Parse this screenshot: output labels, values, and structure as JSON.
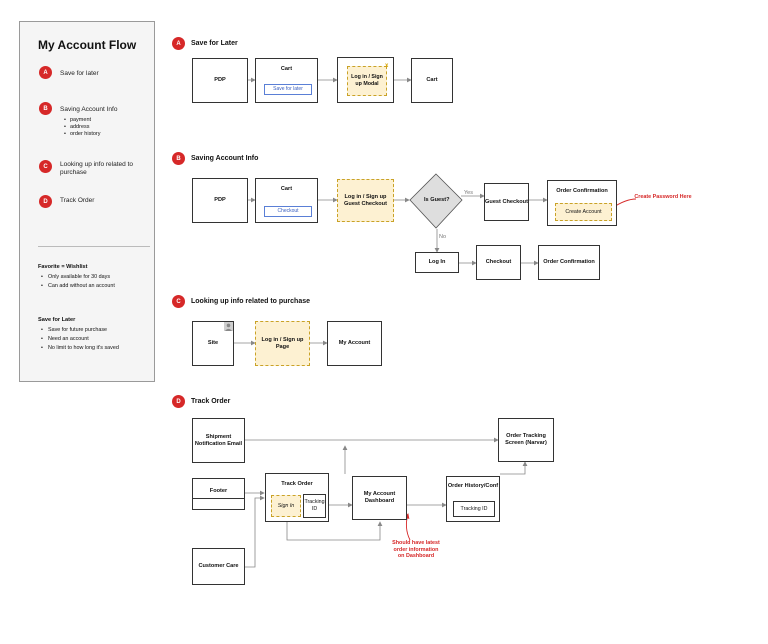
{
  "panel": {
    "title": "My Account Flow",
    "items": [
      {
        "badge": "A",
        "label": "Save for later"
      },
      {
        "badge": "B",
        "label": "Saving Account Info",
        "sub": [
          "payment",
          "address",
          "order history"
        ]
      },
      {
        "badge": "C",
        "label": "Looking up info related to purchase"
      },
      {
        "badge": "D",
        "label": "Track Order"
      }
    ],
    "favorite_heading": "Favorite = Wishlist",
    "favorite_notes": [
      "Only available for 30 days",
      "Can add without an account"
    ],
    "save_heading": "Save for Later",
    "save_notes": [
      "Save for future purchase",
      "Need an account",
      "No limit to how long it's saved"
    ]
  },
  "section_a": {
    "badge": "A",
    "title": "Save for Later",
    "pdp": "PDP",
    "cart": "Cart",
    "cart_button": "Save for later",
    "modal": "Log in / Sign up Modal",
    "close": "x",
    "cart2": "Cart"
  },
  "section_b": {
    "badge": "B",
    "title": "Saving Account Info",
    "pdp": "PDP",
    "cart": "Cart",
    "checkout_button": "Checkout",
    "guest_checkout": "Log in / Sign up Guest Checkout",
    "decision": "Is Guest?",
    "yes": "Yes",
    "no": "No",
    "guest_checkout_box": "Guest Checkout",
    "order_confirmation": "Order Confirmation",
    "create_account": "Create Account",
    "annotation": "Create Password Here",
    "login": "Log In",
    "checkout": "Checkout",
    "order_confirmation2": "Order Confirmation"
  },
  "section_c": {
    "badge": "C",
    "title": "Looking up info related to purchase",
    "site": "Site",
    "login_page": "Log in / Sign up Page",
    "my_account": "My Account"
  },
  "section_d": {
    "badge": "D",
    "title": "Track Order",
    "shipment": "Shipment Notification Email",
    "footer": "Footer",
    "customer_care": "Customer Care",
    "track_order": "Track Order",
    "sign_in": "Sign In",
    "tracking_id": "Tracking ID",
    "dashboard": "My Account Dashboard",
    "order_history": "Order History/Conf",
    "tracking_id2": "Tracking ID",
    "tracking_screen": "Order Tracking Screen (Narvar)",
    "annotation": "Should have latest order information on Dashboard"
  },
  "colors": {
    "badge": "#d62828",
    "highlight_fill": "#fdf1d2",
    "highlight_border": "#c9a227",
    "annotation": "#d62828",
    "button_blue": "#3a5fc0"
  }
}
